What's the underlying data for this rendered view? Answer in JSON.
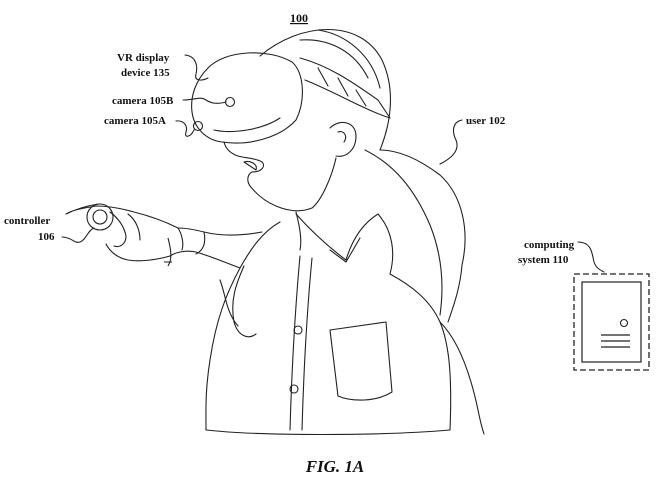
{
  "figure": {
    "number": "100",
    "caption": "FIG. 1A"
  },
  "labels": {
    "vr_display": [
      "VR display",
      "device 135"
    ],
    "camera_b": "camera 105B",
    "camera_a": "camera 105A",
    "user": "user 102",
    "controller": [
      "controller",
      "106"
    ],
    "computing_system": [
      "computing",
      "system 110"
    ]
  },
  "colors": {
    "ink": "#111111",
    "paper": "#ffffff"
  }
}
